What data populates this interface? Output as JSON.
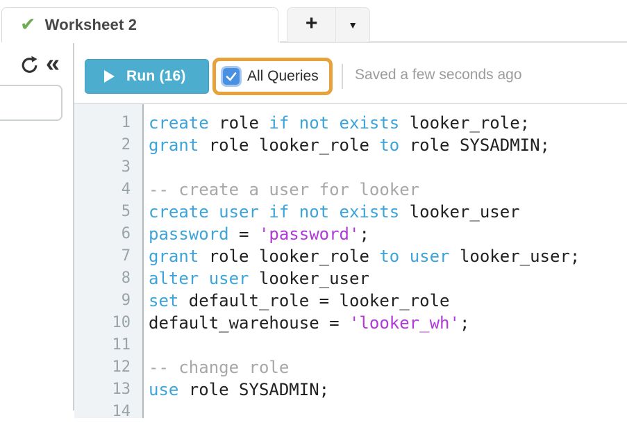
{
  "tab_bar": {
    "active_tab": {
      "label": "Worksheet 2",
      "status": "saved-check"
    },
    "new_tab_button": "+",
    "tab_menu_button": "▼"
  },
  "sidebar": {
    "refresh_icon": "refresh-icon",
    "collapse_icon": "«"
  },
  "toolbar": {
    "run_button": {
      "label": "Run (16)",
      "color": "#4dadcf"
    },
    "all_queries": {
      "label": "All Queries",
      "checked": true,
      "checkbox_color": "#4a90e2",
      "highlight_color": "#e6a23c"
    },
    "saved_status": "Saved a few seconds ago"
  },
  "editor": {
    "colors": {
      "keyword": "#3ca4da",
      "string": "#b138d9",
      "comment": "#a7a7a7",
      "plain": "#212121"
    },
    "lines": [
      {
        "n": 1,
        "tokens": [
          [
            "create",
            "k"
          ],
          [
            " role ",
            "p"
          ],
          [
            "if not exists",
            "k"
          ],
          [
            " looker_role;",
            "p"
          ]
        ]
      },
      {
        "n": 2,
        "tokens": [
          [
            "grant",
            "k"
          ],
          [
            " role looker_role ",
            "p"
          ],
          [
            "to",
            "k"
          ],
          [
            " role SYSADMIN;",
            "p"
          ]
        ]
      },
      {
        "n": 3,
        "tokens": []
      },
      {
        "n": 4,
        "tokens": [
          [
            "-- create a user for looker",
            "c"
          ]
        ]
      },
      {
        "n": 5,
        "tokens": [
          [
            "create user if not exists",
            "k"
          ],
          [
            " looker_user",
            "p"
          ]
        ]
      },
      {
        "n": 6,
        "tokens": [
          [
            "password",
            "k"
          ],
          [
            " = ",
            "p"
          ],
          [
            "'password'",
            "s"
          ],
          [
            ";",
            "p"
          ]
        ]
      },
      {
        "n": 7,
        "tokens": [
          [
            "grant",
            "k"
          ],
          [
            " role looker_role ",
            "p"
          ],
          [
            "to user",
            "k"
          ],
          [
            " looker_user;",
            "p"
          ]
        ]
      },
      {
        "n": 8,
        "tokens": [
          [
            "alter user",
            "k"
          ],
          [
            " looker_user",
            "p"
          ]
        ]
      },
      {
        "n": 9,
        "tokens": [
          [
            "set",
            "k"
          ],
          [
            " default_role = looker_role",
            "p"
          ]
        ]
      },
      {
        "n": 10,
        "tokens": [
          [
            "default_warehouse = ",
            "p"
          ],
          [
            "'looker_wh'",
            "s"
          ],
          [
            ";",
            "p"
          ]
        ]
      },
      {
        "n": 11,
        "tokens": []
      },
      {
        "n": 12,
        "tokens": [
          [
            "-- change role",
            "c"
          ]
        ]
      },
      {
        "n": 13,
        "tokens": [
          [
            "use",
            "k"
          ],
          [
            " role SYSADMIN;",
            "p"
          ]
        ]
      },
      {
        "n": 14,
        "tokens": []
      }
    ]
  }
}
